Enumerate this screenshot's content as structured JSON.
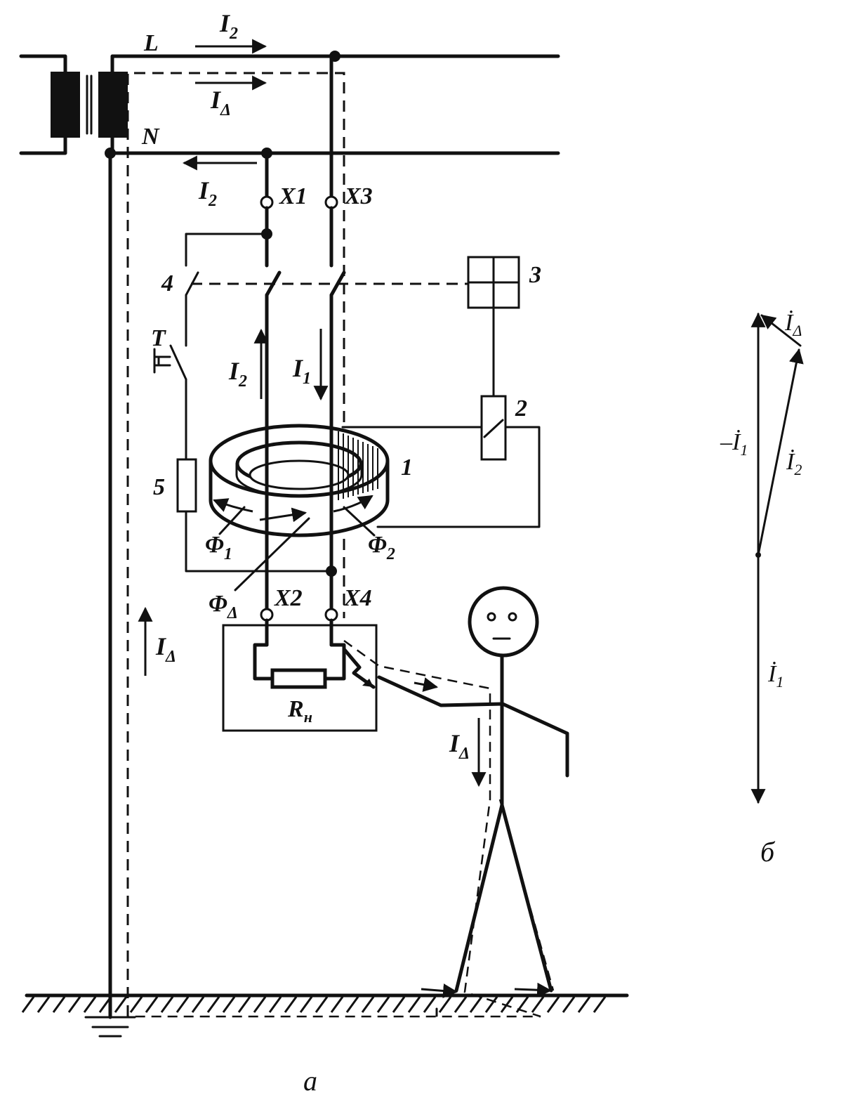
{
  "labels": {
    "line_L": "L",
    "line_N": "N",
    "i2_top_base": "I",
    "i2_top_sub": "2",
    "idelta_top_base": "I",
    "idelta_top_sub": "Δ",
    "i2_left_base": "I",
    "i2_left_sub": "2",
    "x1": "X1",
    "x2": "X2",
    "x3": "X3",
    "x4": "X4",
    "n1": "1",
    "n2": "2",
    "n3": "3",
    "n4": "4",
    "n5": "5",
    "test": "T",
    "i2_mid_base": "I",
    "i2_mid_sub": "2",
    "i1_mid_base": "I",
    "i1_mid_sub": "1",
    "phi1_base": "Φ",
    "phi1_sub": "1",
    "phi2_base": "Φ",
    "phi2_sub": "2",
    "phid_base": "Φ",
    "phid_sub": "Δ",
    "idelta_left_base": "I",
    "idelta_left_sub": "Δ",
    "rn_base": "R",
    "rn_sub": "н",
    "idelta_body_base": "I",
    "idelta_body_sub": "Δ",
    "vd_base": "İ",
    "vd_sub": "Δ",
    "vm1_base": "–İ",
    "vm1_sub": "1",
    "v2_base": "İ",
    "v2_sub": "2",
    "v1_base": "İ",
    "v1_sub": "1"
  },
  "captions": {
    "left": "а",
    "right": "б"
  }
}
